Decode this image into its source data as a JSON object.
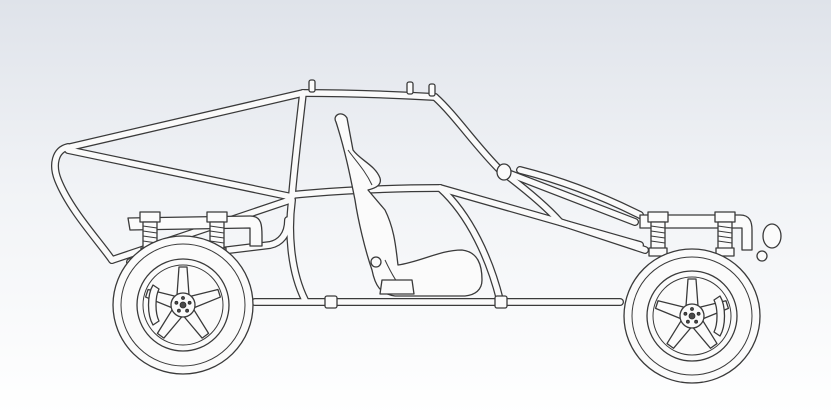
{
  "scene": {
    "background_top": "#dfe3ea",
    "background_bottom": "#ffffff",
    "line_color": "#3a3a3a",
    "body_color": "#fbfbfb"
  },
  "model": {
    "view": "side",
    "wheels": 2,
    "shock_absorbers": 4
  }
}
